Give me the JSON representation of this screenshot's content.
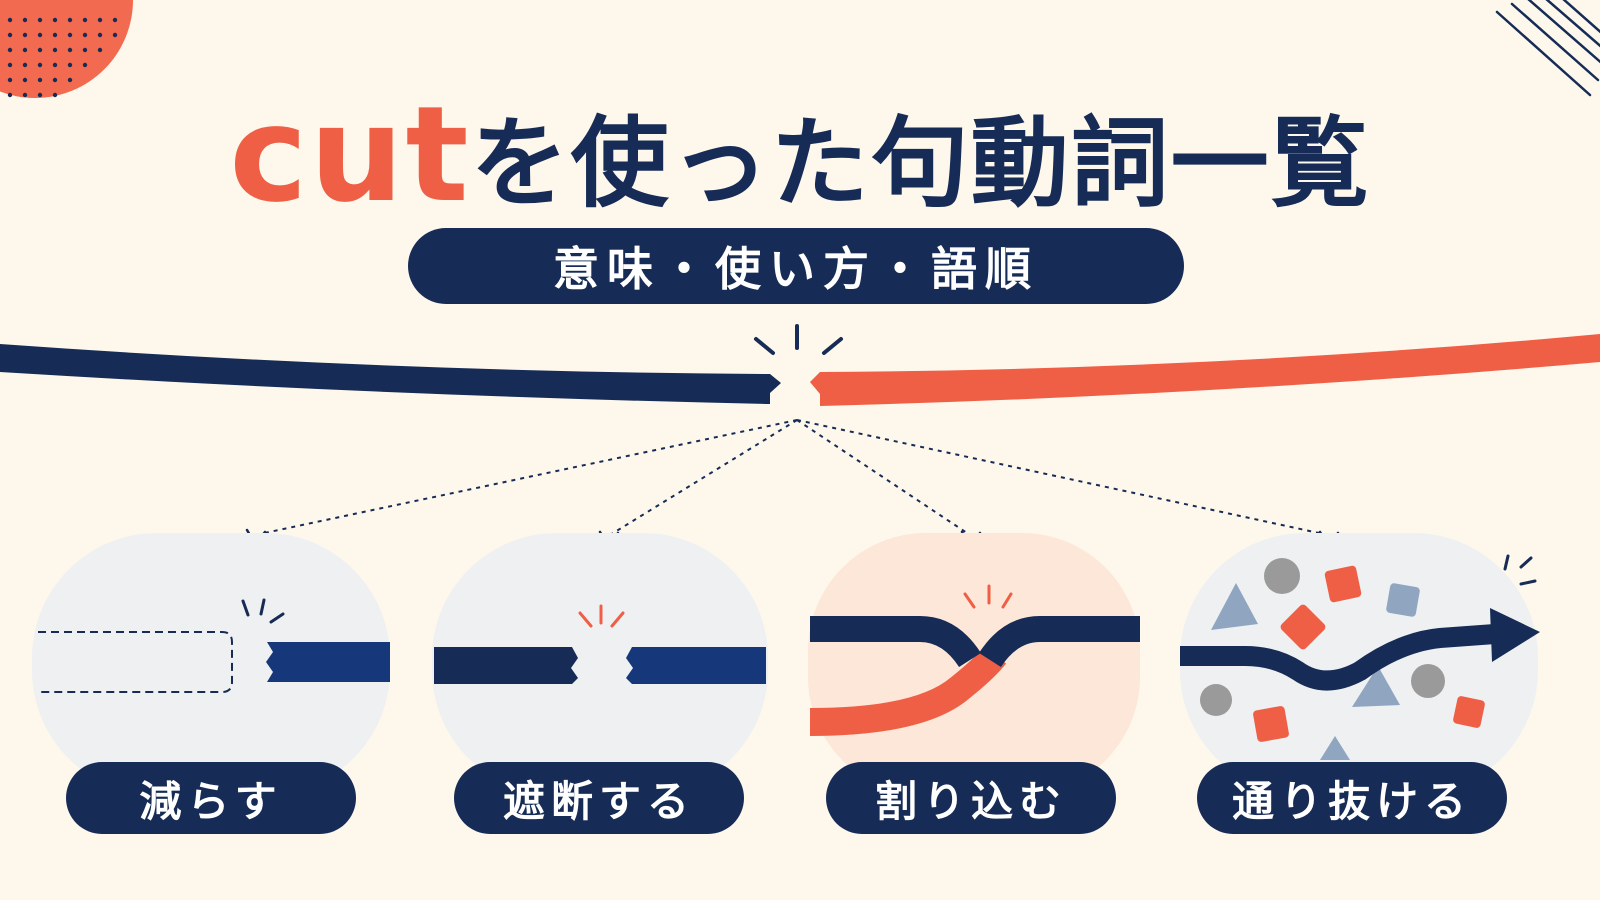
{
  "title": {
    "accent": "cut",
    "rest": "を使った句動詞一覧"
  },
  "subtitle": "意味・使い方・語順",
  "cards": [
    {
      "label": "減らす",
      "icon": "reduce-icon"
    },
    {
      "label": "遮断する",
      "icon": "cut-off-icon"
    },
    {
      "label": "割り込む",
      "icon": "cut-in-icon"
    },
    {
      "label": "通り抜ける",
      "icon": "cut-through-icon"
    }
  ],
  "colors": {
    "background": "#fdf7ec",
    "navy": "#162b55",
    "coral": "#ef5f45",
    "card_gray": "#eef0f2",
    "card_peach": "#fde7d8",
    "slate": "#8fa5c0",
    "gray": "#9a9a9a"
  }
}
